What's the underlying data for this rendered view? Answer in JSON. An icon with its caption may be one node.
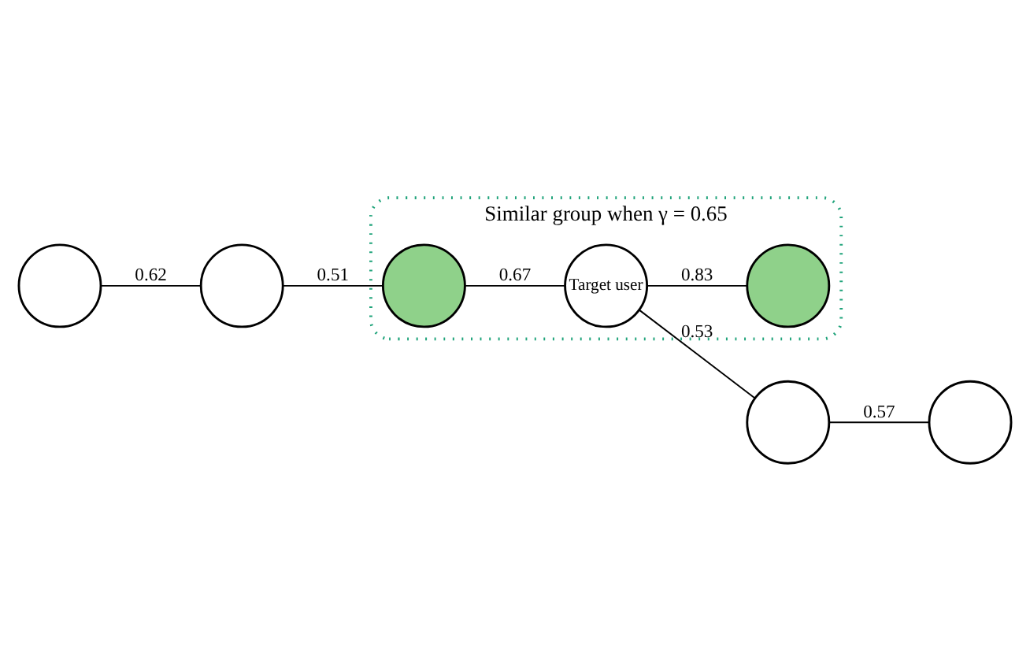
{
  "diagram": {
    "nodes": [
      {
        "text": [
          "Similar group when γ = 0.65"
        ]
      },
      {
        "text": [],
        "shape": "circle",
        "in": 0
      },
      {
        "text": [
          "Target user"
        ],
        "in": 0
      },
      {
        "text": [],
        "shape": "circle",
        "in": 0
      },
      {
        "text": [],
        "shape": "circle"
      },
      {
        "text": [],
        "shape": "circle"
      },
      {
        "text": [],
        "shape": "circle"
      },
      {
        "text": [],
        "shape": "circle"
      }
    ],
    "edges": [
      {
        "from": 2,
        "to": 3,
        "arrow": "none",
        "label": "0.83"
      },
      {
        "from": 2,
        "to": 6,
        "arrow": "none",
        "label": "0.53"
      },
      {
        "from": 1,
        "to": 2,
        "arrow": "none",
        "label": "0.67"
      },
      {
        "from": 5,
        "to": 1,
        "arrow": "none",
        "label": "0.51"
      },
      {
        "from": 4,
        "to": 5,
        "arrow": "none",
        "label": "0.62"
      },
      {
        "from": 6,
        "to": 7,
        "arrow": "none",
        "label": "0.57"
      }
    ]
  }
}
